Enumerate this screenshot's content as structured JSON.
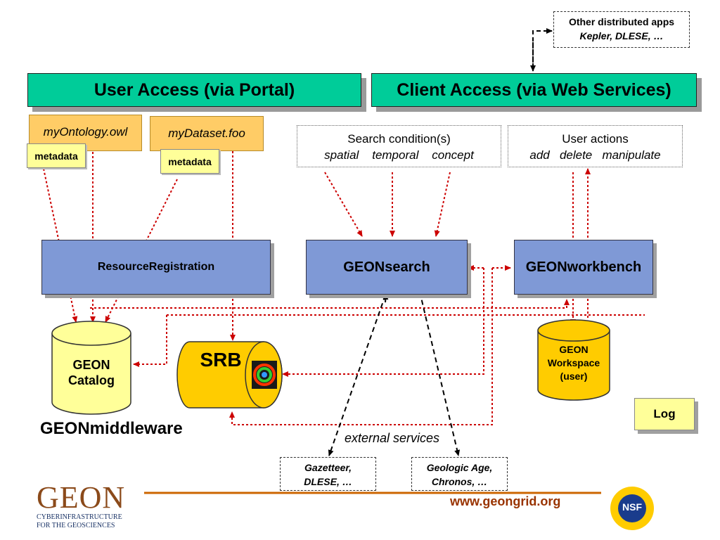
{
  "top_box": {
    "line1": "Other distributed apps",
    "line2": "Kepler, DLESE, …"
  },
  "banners": {
    "user_access": "User Access (via Portal)",
    "client_access": "Client Access (via Web Services)"
  },
  "files": [
    {
      "name": "myOntology.owl",
      "metadata": "metadata"
    },
    {
      "name": "myDataset.foo",
      "metadata": "metadata"
    }
  ],
  "search_conditions": {
    "title": "Search condition(s)",
    "items": [
      "spatial",
      "temporal",
      "concept"
    ]
  },
  "user_actions": {
    "title": "User actions",
    "items": [
      "add",
      "delete",
      "manipulate"
    ]
  },
  "services": {
    "registration": "ResourceRegistration",
    "search": "GEONsearch",
    "workbench": "GEONworkbench"
  },
  "stores": {
    "catalog": [
      "GEON",
      "Catalog"
    ],
    "srb": "SRB",
    "workspace": [
      "GEON",
      "Workspace",
      "(user)"
    ]
  },
  "log": "Log",
  "middleware": "GEONmiddleware",
  "external_services": "external services",
  "externals": [
    {
      "line1": "Gazetteer,",
      "line2": "DLESE, …"
    },
    {
      "line1": "Geologic Age,",
      "line2": "Chronos, …"
    }
  ],
  "footer": {
    "logo_text": "GEON",
    "logo_sub1": "CYBERINFRASTRUCTURE",
    "logo_sub2": "FOR THE GEOSCIENCES",
    "url": "www.geongrid.org",
    "nsf": "NSF"
  },
  "colors": {
    "banner": "#00cc99",
    "service": "#7f99d6",
    "file": "#ffcc66",
    "metadata": "#ffff99",
    "cylinder": "#ffff99",
    "srb": "#ffcc00",
    "workspace": "#ffcc00",
    "red_arrow": "#cc0000",
    "url": "#993300",
    "footer_line": "#cc6600"
  }
}
